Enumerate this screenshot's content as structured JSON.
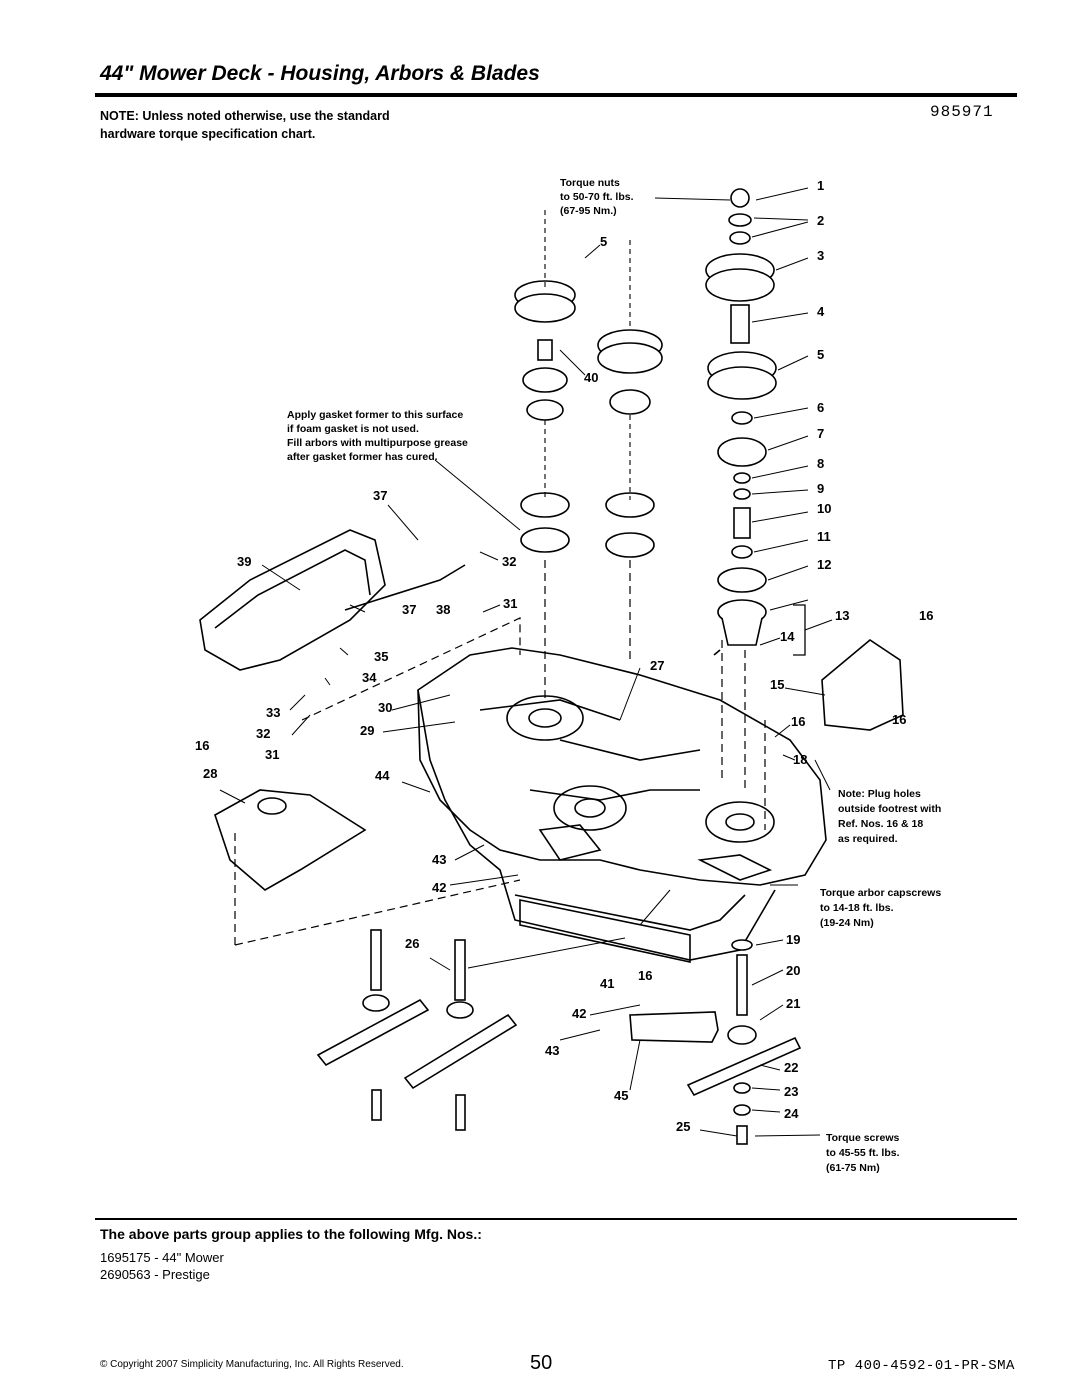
{
  "page": {
    "title": "44\" Mower Deck - Housing, Arbors & Blades",
    "diagram_number": "985971",
    "note": "NOTE: Unless noted otherwise, use the standard hardware torque specification chart."
  },
  "annotations": {
    "torque_nuts": [
      "Torque nuts",
      "to 50-70 ft. lbs.",
      "(67-95 Nm.)"
    ],
    "gasket": [
      "Apply gasket former to this surface",
      "if foam gasket is not used.",
      "Fill arbors with multipurpose grease",
      "after gasket former has cured."
    ],
    "plug_holes": [
      "Note: Plug holes",
      "outside footrest with",
      "Ref. Nos. 16 & 18",
      "as required."
    ],
    "torque_capscrews": [
      "Torque arbor capscrews",
      "to 14-18 ft. lbs.",
      "(19-24 Nm)"
    ],
    "torque_screws": [
      "Torque screws",
      "to 45-55 ft. lbs.",
      "(61-75 Nm)"
    ]
  },
  "callouts": [
    "1",
    "2",
    "3",
    "4",
    "5",
    "5",
    "6",
    "7",
    "8",
    "9",
    "10",
    "11",
    "12",
    "13",
    "14",
    "15",
    "16",
    "16",
    "16",
    "16",
    "16",
    "18",
    "19",
    "20",
    "21",
    "22",
    "23",
    "24",
    "25",
    "26",
    "27",
    "28",
    "29",
    "30",
    "31",
    "31",
    "32",
    "32",
    "33",
    "34",
    "35",
    "37",
    "37",
    "38",
    "39",
    "40",
    "41",
    "42",
    "42",
    "43",
    "43",
    "44",
    "45"
  ],
  "applies": {
    "heading": "The above parts group applies to the following Mfg. Nos.:",
    "mfg_numbers": [
      "1695175 - 44\" Mower",
      "2690563 - Prestige"
    ]
  },
  "footer": {
    "copyright": "© Copyright 2007 Simplicity Manufacturing, Inc. All Rights Reserved.",
    "page_number": "50",
    "doc_code": "TP 400-4592-01-PR-SMA"
  }
}
